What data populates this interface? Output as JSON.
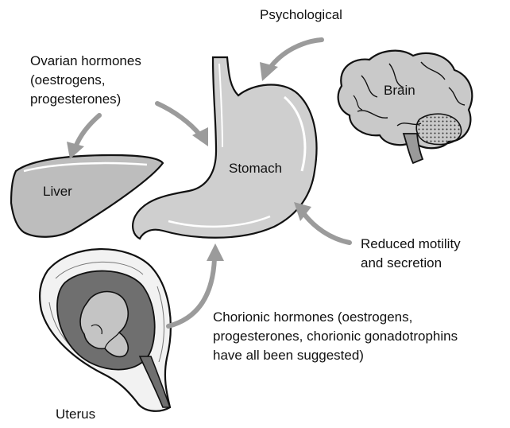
{
  "labels": {
    "psychological": "Psychological",
    "ovarian_line1": "Ovarian hormones",
    "ovarian_line2": "(oestrogens,",
    "ovarian_line3": "progesterones)",
    "brain": "Brain",
    "stomach": "Stomach",
    "liver": "Liver",
    "motility_line1": "Reduced motility",
    "motility_line2": "and secretion",
    "chorionic_line1": "Chorionic hormones (oestrogens,",
    "chorionic_line2": "progesterones, chorionic gonadotrophins",
    "chorionic_line3": "have all been suggested)",
    "uterus": "Uterus"
  },
  "colors": {
    "organ_fill": "#cfcfcf",
    "organ_dark": "#9a9a9a",
    "organ_darker": "#6f6f6f",
    "arrow": "#9b9b9b",
    "outline": "#111111",
    "background": "#ffffff"
  }
}
